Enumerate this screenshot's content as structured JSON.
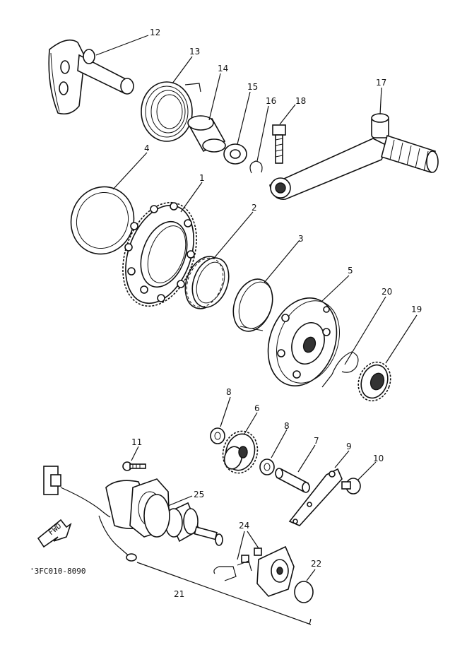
{
  "diagram": {
    "code": "'3FC010-8090",
    "fwd_label": "FWD"
  },
  "labels": [
    {
      "id": "1",
      "text": "1"
    },
    {
      "id": "2",
      "text": "2"
    },
    {
      "id": "3",
      "text": "3"
    },
    {
      "id": "4",
      "text": "4"
    },
    {
      "id": "5",
      "text": "5"
    },
    {
      "id": "6",
      "text": "6"
    },
    {
      "id": "7",
      "text": "7"
    },
    {
      "id": "8a",
      "text": "8"
    },
    {
      "id": "8b",
      "text": "8"
    },
    {
      "id": "9",
      "text": "9"
    },
    {
      "id": "10",
      "text": "10"
    },
    {
      "id": "11",
      "text": "11"
    },
    {
      "id": "12",
      "text": "12"
    },
    {
      "id": "13",
      "text": "13"
    },
    {
      "id": "14",
      "text": "14"
    },
    {
      "id": "15",
      "text": "15"
    },
    {
      "id": "16",
      "text": "16"
    },
    {
      "id": "17",
      "text": "17"
    },
    {
      "id": "18",
      "text": "18"
    },
    {
      "id": "19",
      "text": "19"
    },
    {
      "id": "20",
      "text": "20"
    },
    {
      "id": "21",
      "text": "21"
    },
    {
      "id": "22",
      "text": "22"
    },
    {
      "id": "24",
      "text": "24"
    },
    {
      "id": "25",
      "text": "25"
    }
  ]
}
